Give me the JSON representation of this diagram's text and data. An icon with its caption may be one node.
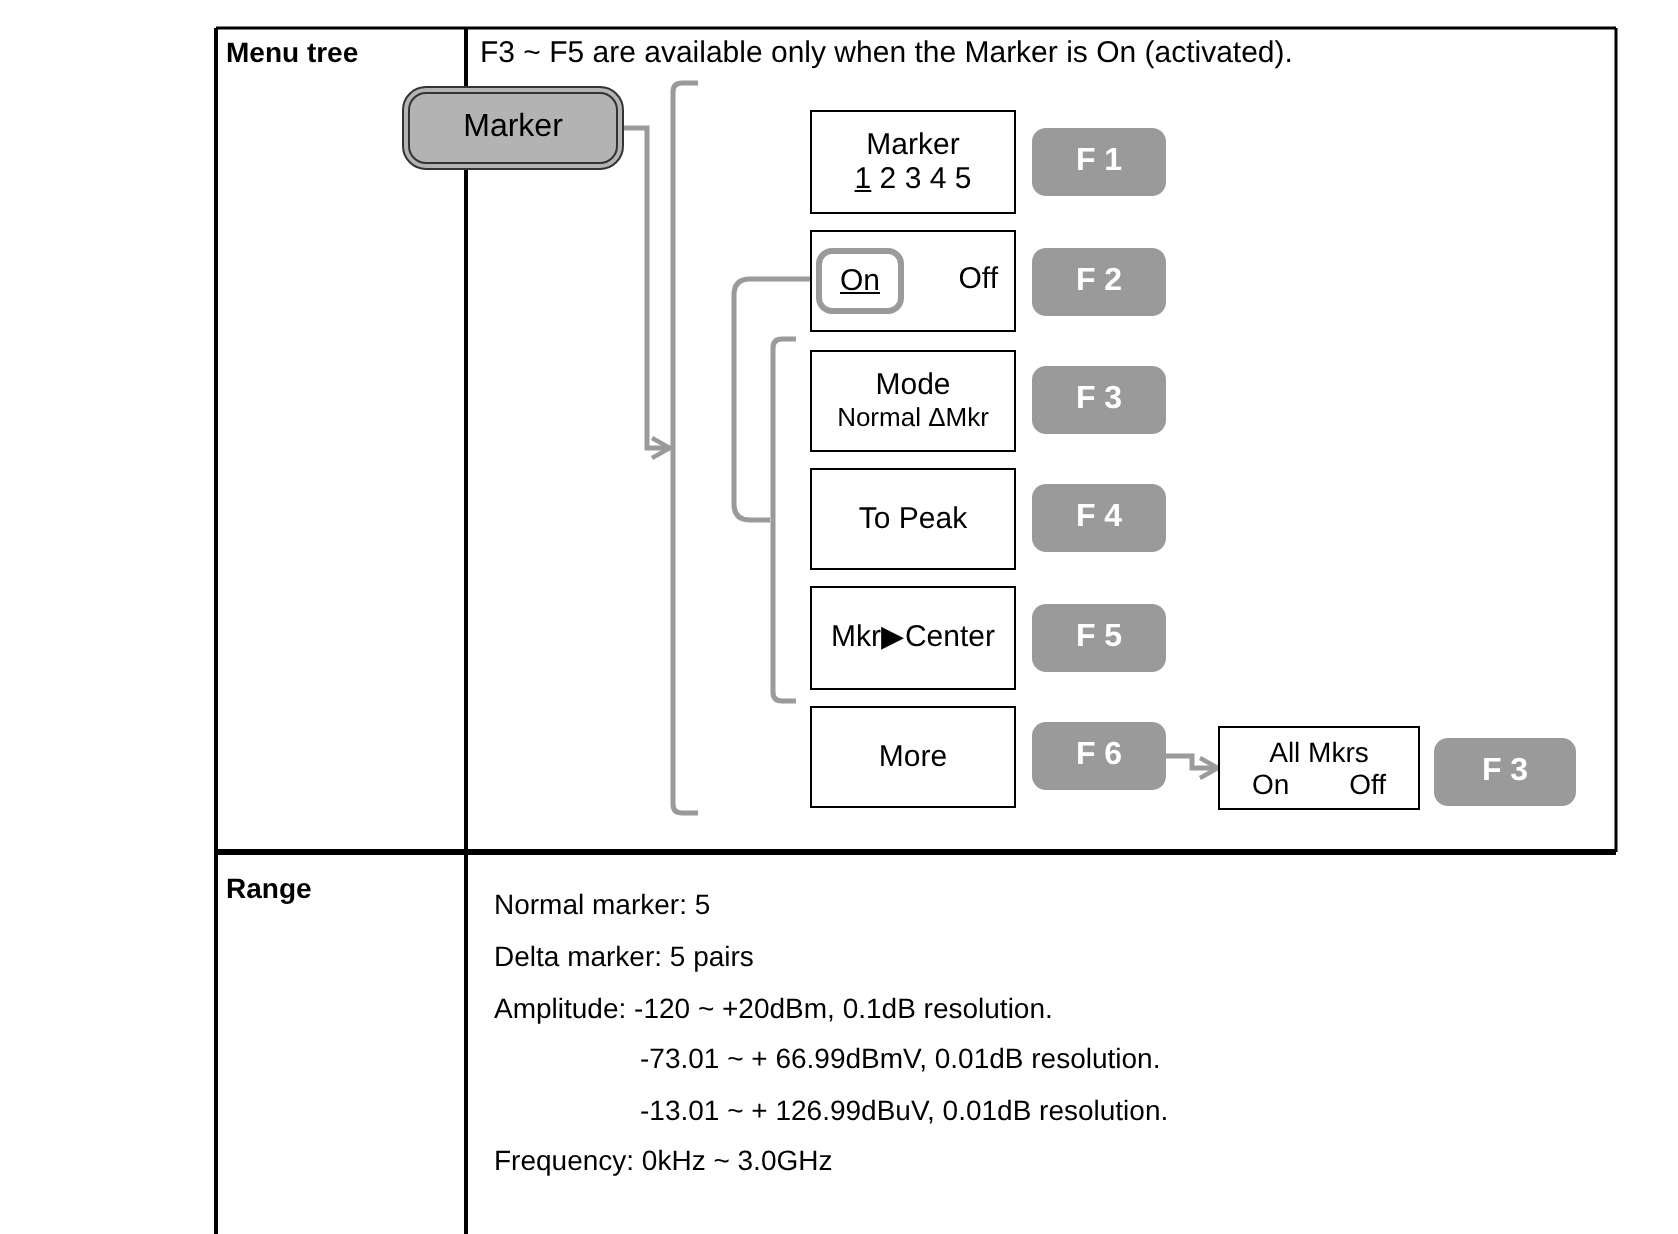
{
  "diagram": {
    "nodes": [
      {
        "text": [
          "Marker"
        ]
      },
      {
        "text": [],
        "shape": "bracket"
      },
      {
        "text": [
          "Marker",
          "1 2 3 4 5"
        ]
      },
      {
        "text": [
          "F 1"
        ]
      },
      {
        "text": [
          "Off"
        ]
      },
      {
        "text": [
          "On"
        ],
        "in": 4
      },
      {
        "text": [
          "F 2"
        ]
      },
      {
        "text": [],
        "shape": "bracket"
      },
      {
        "text": [
          "Mode",
          "Normal ΔMkr"
        ]
      },
      {
        "text": [
          "F 3"
        ]
      },
      {
        "text": [
          "To Peak"
        ]
      },
      {
        "text": [
          "F 4"
        ]
      },
      {
        "text": [
          "Mkr▶Center"
        ]
      },
      {
        "text": [
          "F 5"
        ]
      },
      {
        "text": [
          "More"
        ]
      },
      {
        "text": [
          "F 6"
        ]
      },
      {
        "text": [
          "All Mkrs",
          "On Off"
        ]
      },
      {
        "text": [
          "F 3"
        ]
      }
    ],
    "edges": [
      {
        "from": 0,
        "to": 1,
        "arrow": "to"
      },
      {
        "from": 5,
        "to": 7,
        "arrow": "none"
      },
      {
        "from": 15,
        "to": 16,
        "arrow": "to"
      }
    ],
    "labels": [
      "Menu tree",
      "F3 ~ F5 are available only when the Marker is On (activated).",
      "Range",
      "Normal marker: 5",
      "Delta marker: 5 pairs",
      "Amplitude: -120 ~ +20dBm, 0.1dB resolution.",
      "-73.01 ~ + 66.99dBmV, 0.01dB resolution.",
      "-13.01 ~ + 126.99dBuV, 0.01dB resolution.",
      "Frequency: 0kHz ~ 3.0GHz"
    ]
  }
}
